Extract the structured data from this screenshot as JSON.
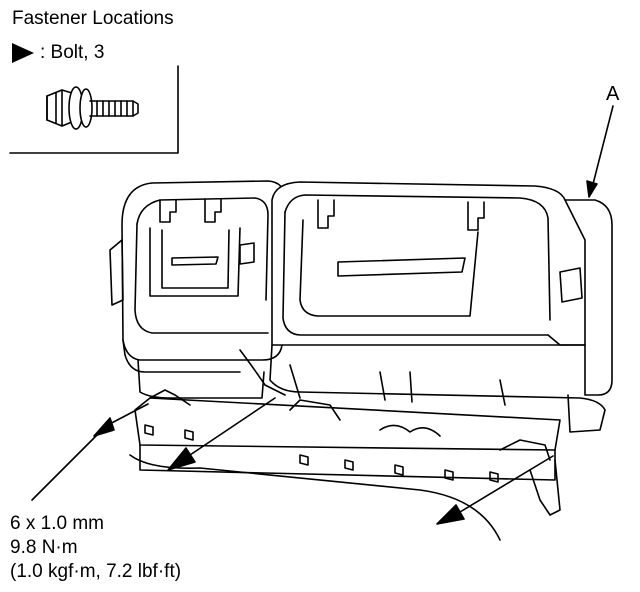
{
  "legend": {
    "title": "Fastener Locations",
    "bolt_label": ": Bolt, 3",
    "bolt_symbol": "filled-triangle-marker"
  },
  "callout": {
    "label": "A"
  },
  "torque_spec": {
    "size": "6 x 1.0 mm",
    "torque_nm": "9.8 N·m",
    "torque_alt": "(1.0 kgf·m, 7.2 lbf·ft)"
  },
  "colors": {
    "line": "#000000",
    "background": "#ffffff"
  }
}
